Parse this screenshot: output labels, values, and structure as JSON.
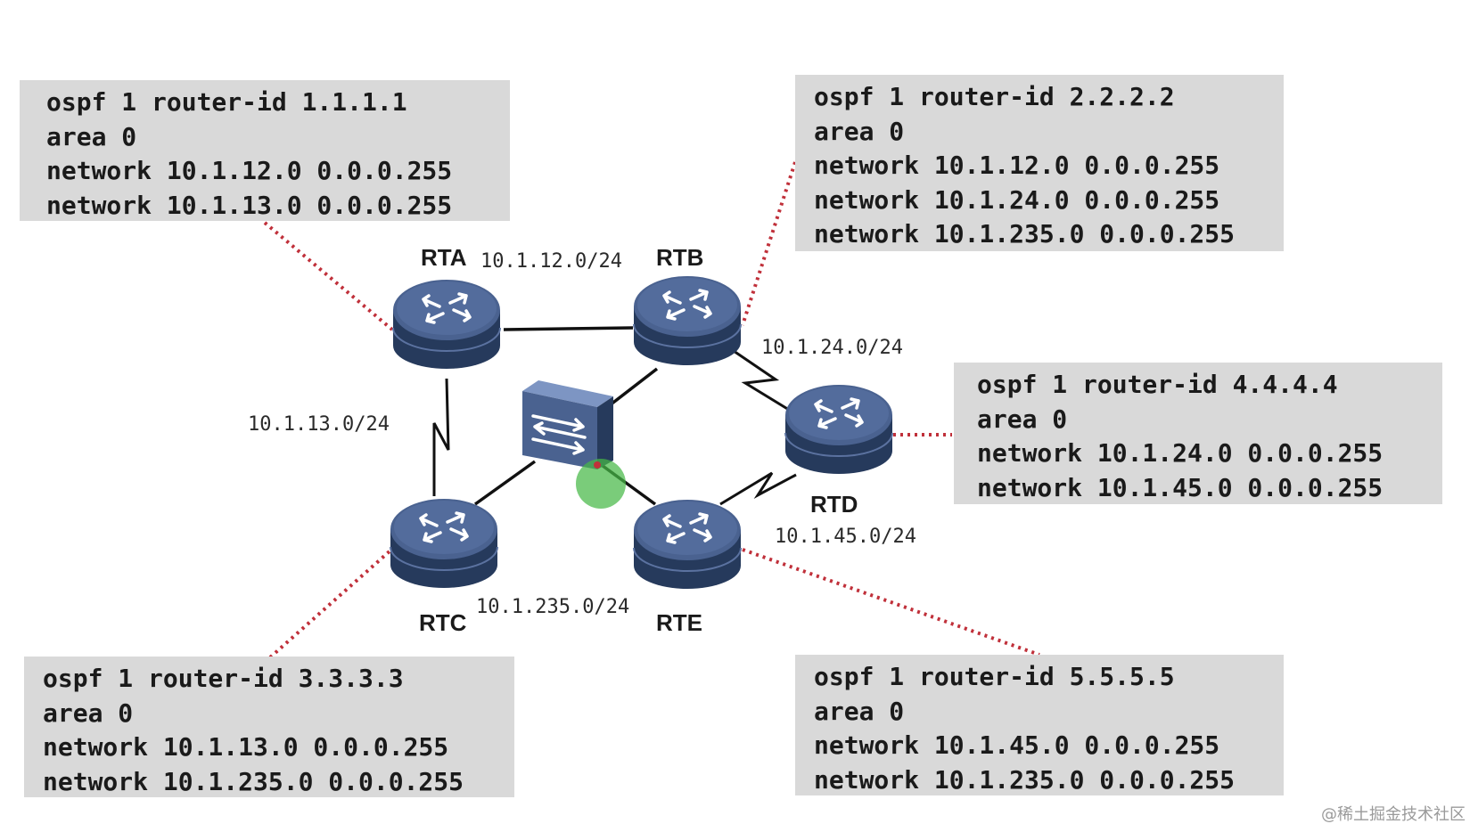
{
  "configs": {
    "rta": [
      "ospf 1 router-id 1.1.1.1",
      "area 0",
      "network 10.1.12.0 0.0.0.255",
      "network 10.1.13.0 0.0.0.255"
    ],
    "rtb": [
      "ospf 1 router-id 2.2.2.2",
      "area 0",
      "network 10.1.12.0 0.0.0.255",
      "network 10.1.24.0 0.0.0.255",
      "network 10.1.235.0 0.0.0.255"
    ],
    "rtc": [
      "ospf 1 router-id 3.3.3.3",
      "area 0",
      "network 10.1.13.0 0.0.0.255",
      "network 10.1.235.0 0.0.0.255"
    ],
    "rtd": [
      "ospf 1 router-id 4.4.4.4",
      "area 0",
      "network 10.1.24.0 0.0.0.255",
      "network 10.1.45.0 0.0.0.255"
    ],
    "rte": [
      "ospf 1 router-id 5.5.5.5",
      "area 0",
      "network 10.1.45.0 0.0.0.255",
      "network 10.1.235.0 0.0.0.255"
    ]
  },
  "routers": {
    "rta": "RTA",
    "rtb": "RTB",
    "rtc": "RTC",
    "rtd": "RTD",
    "rte": "RTE"
  },
  "subnets": {
    "ab": "10.1.12.0/24",
    "ac": "10.1.13.0/24",
    "bd": "10.1.24.0/24",
    "de": "10.1.45.0/24",
    "lan": "10.1.235.0/24"
  },
  "watermark": "@稀土掘金技术社区",
  "colors": {
    "config_box": "#d9d9d9",
    "router_body": "#4a6290",
    "router_dark": "#263a5c",
    "leader_line": "#c0303a",
    "link": "#111111",
    "cursor": "#46b946"
  },
  "icons": {
    "router": "router-icon",
    "switch": "switch-icon"
  }
}
